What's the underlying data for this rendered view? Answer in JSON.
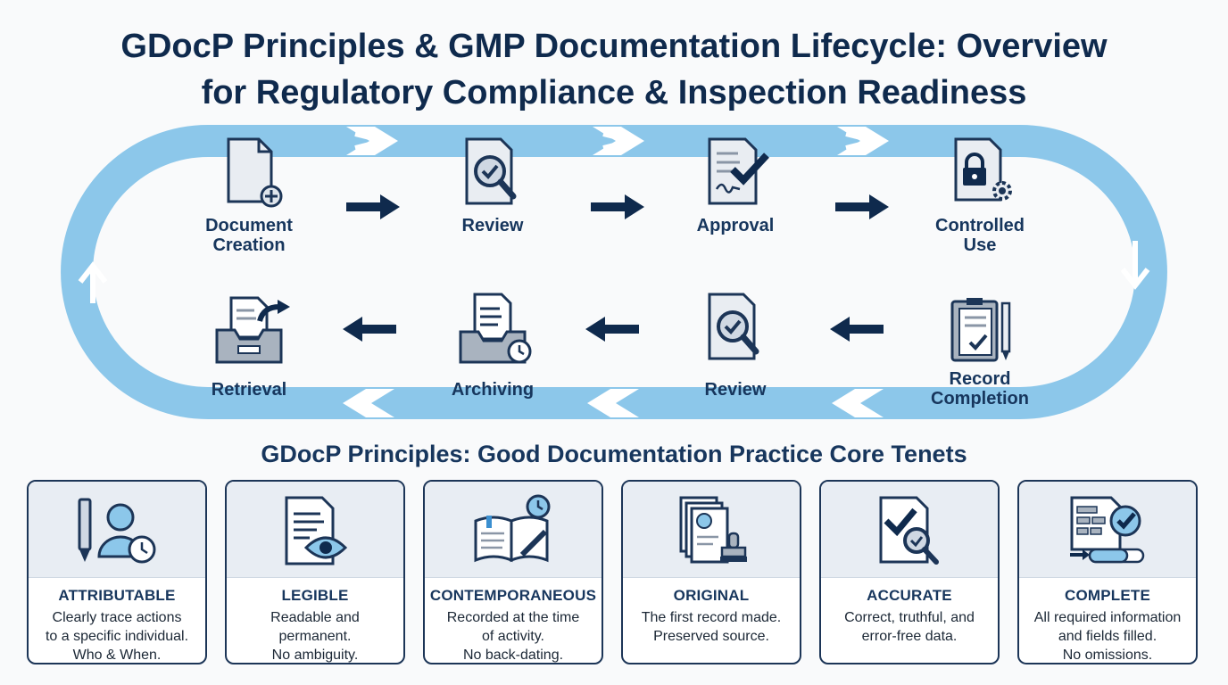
{
  "title": {
    "line1": "GDocP Principles & GMP Documentation Lifecycle: Overview",
    "line2": "for Regulatory Compliance & Inspection Readiness"
  },
  "lifecycle": {
    "top_stages": [
      {
        "label": "Document\nCreation",
        "icon": "new-document-icon"
      },
      {
        "label": "Review",
        "icon": "magnifier-document-icon"
      },
      {
        "label": "Approval",
        "icon": "signed-document-check-icon"
      },
      {
        "label": "Controlled\nUse",
        "icon": "locked-document-gear-icon"
      }
    ],
    "bottom_stages": [
      {
        "label": "Retrieval",
        "icon": "inbox-retrieve-icon"
      },
      {
        "label": "Archiving",
        "icon": "archive-box-clock-icon"
      },
      {
        "label": "Review",
        "icon": "magnifier-document-icon"
      },
      {
        "label": "Record\nCompletion",
        "icon": "clipboard-pen-icon"
      }
    ]
  },
  "principles": {
    "heading": "GDocP Principles: Good Documentation Practice Core Tenets",
    "cards": [
      {
        "name": "ATTRIBUTABLE",
        "desc": "Clearly trace actions\nto a specific individual.\nWho & When.",
        "icon": "pen-person-clock-icon"
      },
      {
        "name": "LEGIBLE",
        "desc": "Readable and\npermanent.\nNo ambiguity.",
        "icon": "document-eye-icon"
      },
      {
        "name": "CONTEMPORANEOUS",
        "desc": "Recorded at the time\nof activity.\nNo back-dating.",
        "icon": "book-pen-clock-icon"
      },
      {
        "name": "ORIGINAL",
        "desc": "The first record made.\nPreserved source.",
        "icon": "stacked-documents-stamp-icon"
      },
      {
        "name": "ACCURATE",
        "desc": "Correct, truthful, and\nerror-free data.",
        "icon": "document-check-magnifier-icon"
      },
      {
        "name": "COMPLETE",
        "desc": "All required information\nand fields filled.\nNo omissions.",
        "icon": "form-check-progress-icon"
      }
    ]
  },
  "colors": {
    "navy": "#0f2a4d",
    "loop_blue": "#8cc7ea",
    "card_border": "#1c3557"
  }
}
